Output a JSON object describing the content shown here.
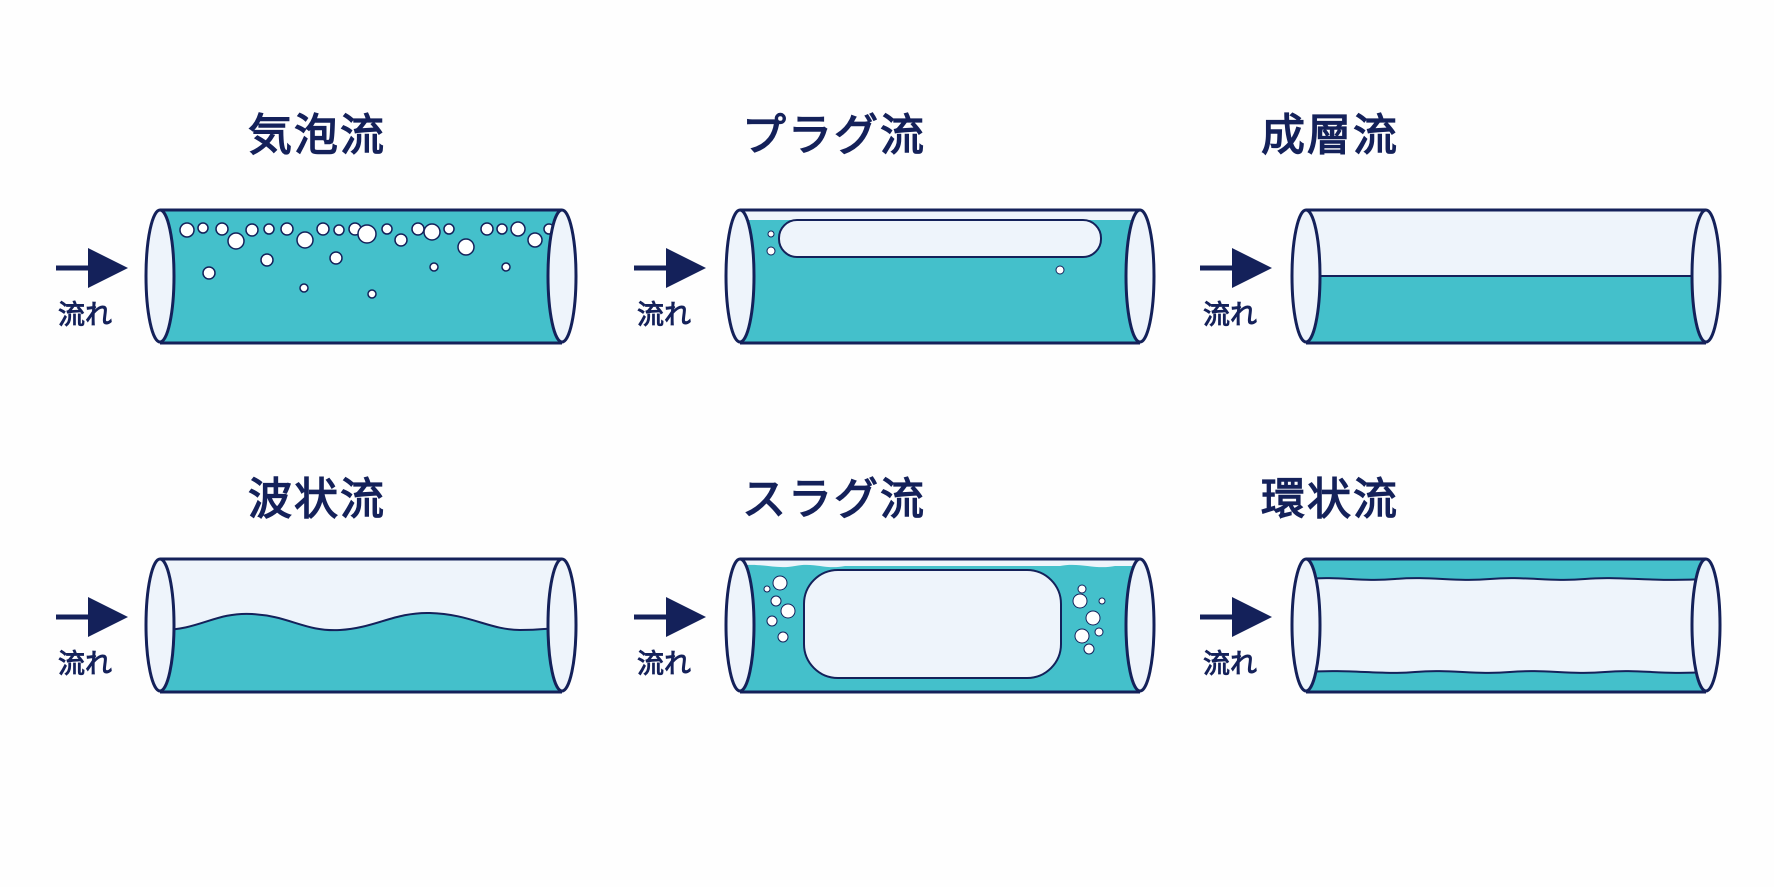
{
  "colors": {
    "navy": "#14215a",
    "liquid": "#44c0cb",
    "gas": "#eef4fb",
    "bubble_fill": "#ffffff",
    "background": "#ffffff"
  },
  "flow_label": "流れ",
  "panels": [
    {
      "id": "bubble",
      "title": "気泡流",
      "pattern": "bubble-flow"
    },
    {
      "id": "plug",
      "title": "プラグ流",
      "pattern": "plug-flow"
    },
    {
      "id": "stratified",
      "title": "成層流",
      "pattern": "stratified-flow"
    },
    {
      "id": "wavy",
      "title": "波状流",
      "pattern": "wavy-flow"
    },
    {
      "id": "slug",
      "title": "スラグ流",
      "pattern": "slug-flow"
    },
    {
      "id": "annular",
      "title": "環状流",
      "pattern": "annular-flow"
    }
  ],
  "icons": {
    "flow_arrow": "arrow-right-icon"
  }
}
